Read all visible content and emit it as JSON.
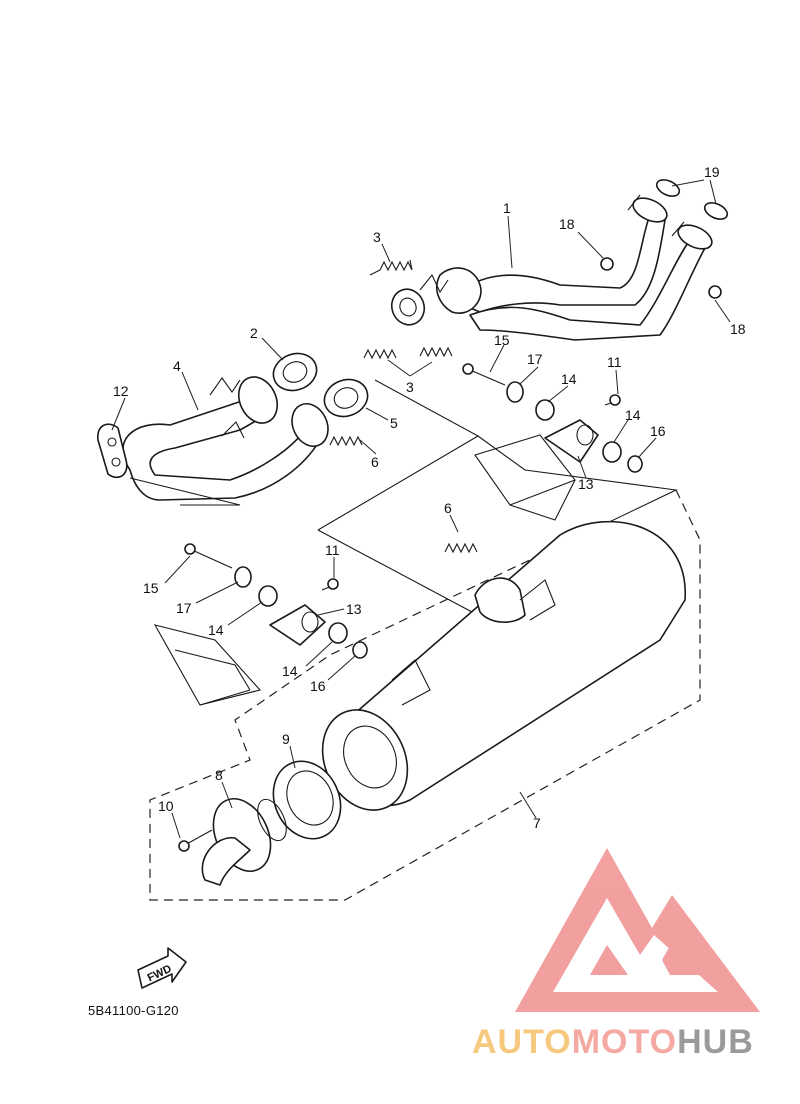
{
  "diagram_code": "5B41100-G120",
  "fwd_label": "FWD",
  "watermark": {
    "part1": "AUTO",
    "part2": "MOTO",
    "part3": "HUB",
    "colors": {
      "auto": "#f7c97e",
      "moto": "#f4a9a3",
      "hub": "#9a9a9a",
      "logo": "#f08f8f"
    }
  },
  "callouts": {
    "c1": "1",
    "c2": "2",
    "c3a": "3",
    "c3b": "3",
    "c4": "4",
    "c5": "5",
    "c6a": "6",
    "c6b": "6",
    "c7": "7",
    "c8": "8",
    "c9": "9",
    "c10": "10",
    "c11a": "11",
    "c11b": "11",
    "c12": "12",
    "c13a": "13",
    "c13b": "13",
    "c14a": "14",
    "c14b": "14",
    "c14c": "14",
    "c14d": "14",
    "c15a": "15",
    "c15b": "15",
    "c16a": "16",
    "c16b": "16",
    "c17a": "17",
    "c17b": "17",
    "c18a": "18",
    "c18b": "18",
    "c19": "19"
  }
}
